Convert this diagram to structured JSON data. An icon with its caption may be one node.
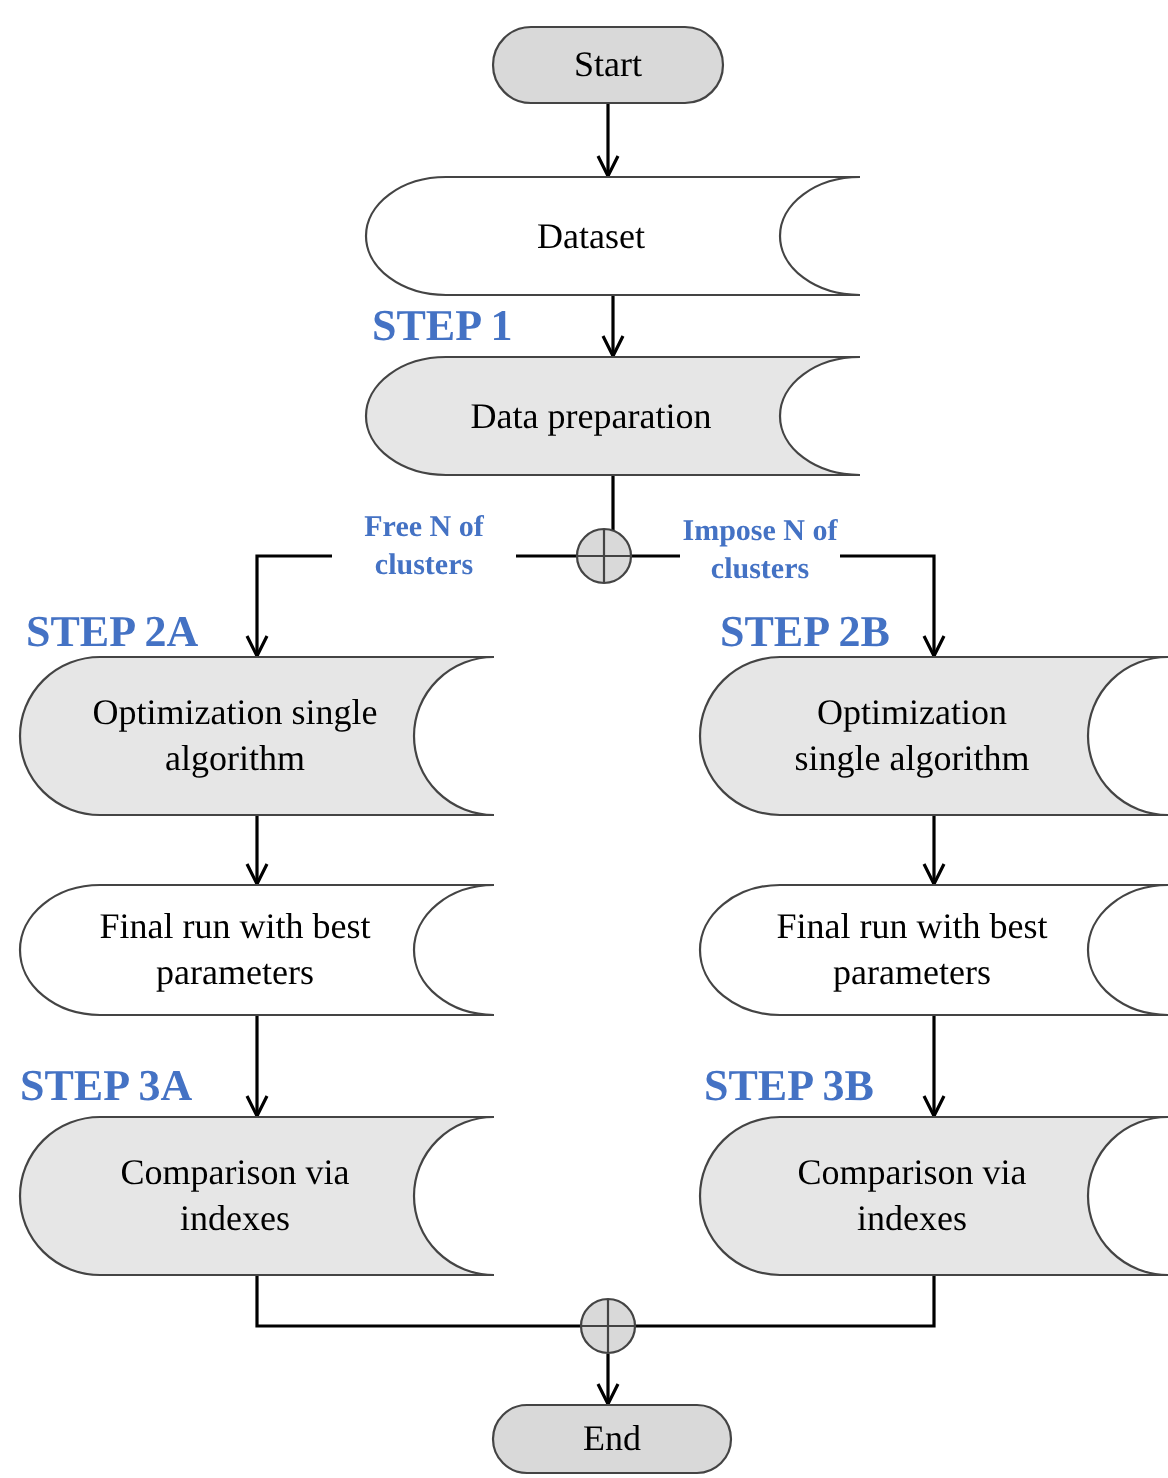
{
  "diagram": {
    "nodes": [
      {
        "text": [
          "Start"
        ]
      },
      {
        "text": [
          "Dataset"
        ]
      },
      {
        "text": [
          "Data preparation"
        ],
        "beside": [
          "STEP 1"
        ]
      },
      {
        "text": [],
        "shape": "circle"
      },
      {
        "text": [
          "Optimization single algorithm"
        ],
        "beside": [
          "STEP 2A"
        ]
      },
      {
        "text": [
          "Final run with best parameters"
        ]
      },
      {
        "text": [
          "Comparison via indexes"
        ],
        "beside": [
          "STEP 3A"
        ]
      },
      {
        "text": [
          "Optimization single algorithm"
        ],
        "beside": [
          "STEP 2B"
        ]
      },
      {
        "text": [
          "Final run with best parameters"
        ]
      },
      {
        "text": [
          "Comparison via indexes"
        ],
        "beside": [
          "STEP 3B"
        ]
      },
      {
        "text": [],
        "shape": "circle"
      },
      {
        "text": [
          "End"
        ]
      }
    ],
    "edges": [
      {
        "from": 0,
        "to": 1,
        "arrow": "to"
      },
      {
        "from": 1,
        "to": 2,
        "arrow": "to"
      },
      {
        "from": 2,
        "to": 3,
        "arrow": "none"
      },
      {
        "from": 3,
        "to": 4,
        "arrow": "to",
        "label": "Free N of clusters"
      },
      {
        "from": 3,
        "to": 7,
        "arrow": "to",
        "label": "Impose N of clusters"
      },
      {
        "from": 4,
        "to": 5,
        "arrow": "to"
      },
      {
        "from": 5,
        "to": 6,
        "arrow": "to"
      },
      {
        "from": 7,
        "to": 8,
        "arrow": "to"
      },
      {
        "from": 8,
        "to": 9,
        "arrow": "to"
      },
      {
        "from": 6,
        "to": 10,
        "arrow": "none"
      },
      {
        "from": 9,
        "to": 10,
        "arrow": "none"
      },
      {
        "from": 10,
        "to": 11,
        "arrow": "to"
      }
    ]
  }
}
